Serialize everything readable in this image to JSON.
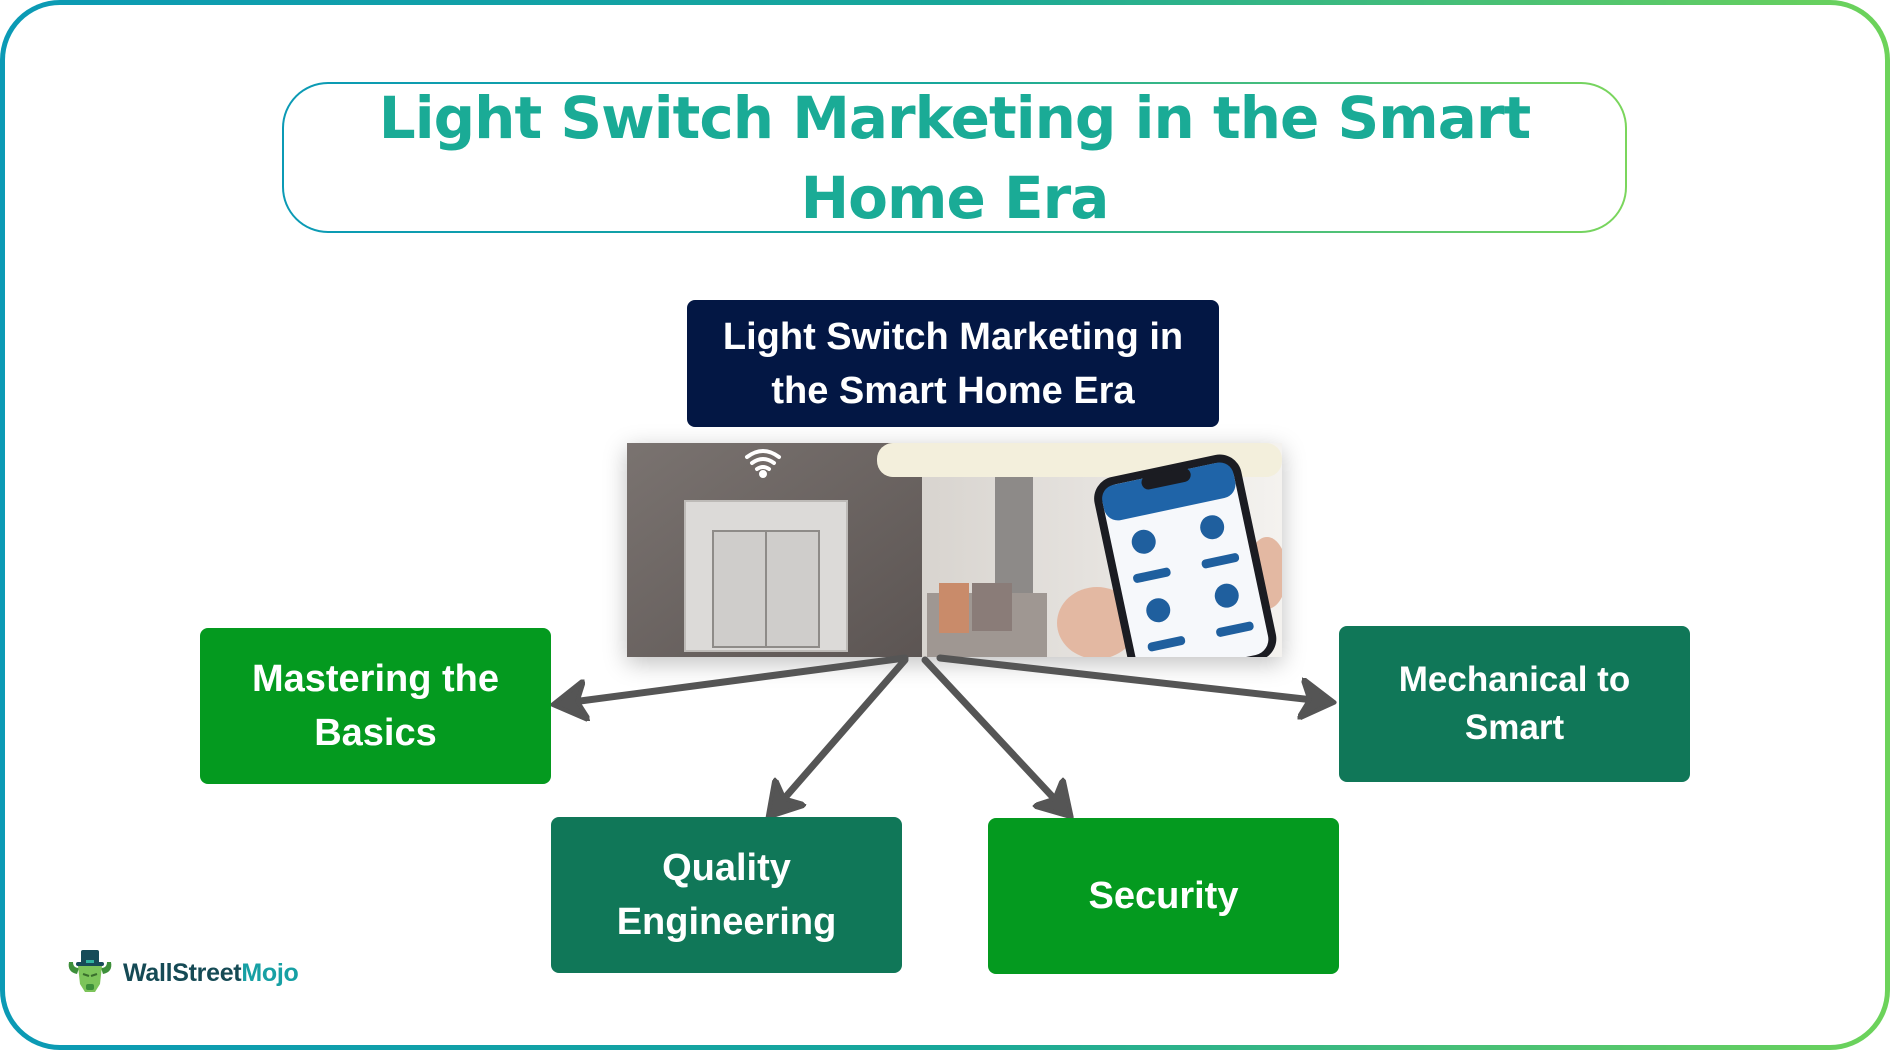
{
  "header": {
    "title": "Light Switch Marketing in the Smart Home Era"
  },
  "central_node": {
    "label": "Light Switch Marketing in the Smart Home Era"
  },
  "image": {
    "description": "smart-light-switch-and-phone-app-photo",
    "icon": "wifi-icon"
  },
  "nodes": [
    {
      "label": "Mastering the Basics",
      "color": "#049a1f"
    },
    {
      "label": "Quality Engineering",
      "color": "#107758"
    },
    {
      "label": "Security",
      "color": "#049a1f"
    },
    {
      "label": "Mechanical to Smart",
      "color": "#107758"
    }
  ],
  "colors": {
    "title_text": "#1aab96",
    "central_box": "#031744",
    "arrow": "#555555",
    "frame_gradient_start": "#0b9ab5",
    "frame_gradient_end": "#6dd35a"
  },
  "branding": {
    "logo_part1": "WallStreet",
    "logo_part2": "Mojo"
  }
}
